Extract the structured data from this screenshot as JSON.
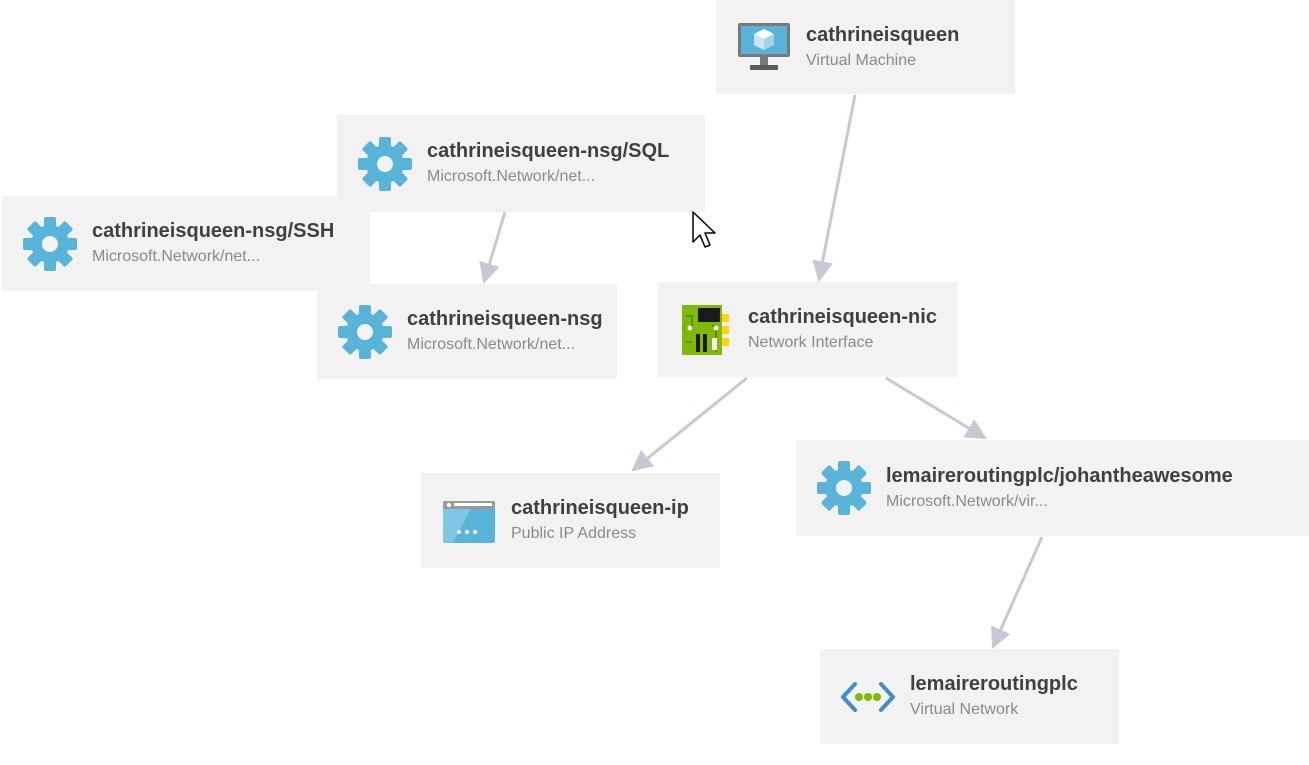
{
  "nodes": [
    {
      "id": "vm",
      "title": "cathrineisqueen",
      "subtitle": "Virtual Machine",
      "icon": "virtual-machine-icon"
    },
    {
      "id": "nsg_sql",
      "title": "cathrineisqueen-nsg/SQL",
      "subtitle": "Microsoft.Network/net...",
      "icon": "gear-icon"
    },
    {
      "id": "nsg_ssh",
      "title": "cathrineisqueen-nsg/SSH",
      "subtitle": "Microsoft.Network/net...",
      "icon": "gear-icon"
    },
    {
      "id": "nsg",
      "title": "cathrineisqueen-nsg",
      "subtitle": "Microsoft.Network/net...",
      "icon": "gear-icon"
    },
    {
      "id": "nic",
      "title": "cathrineisqueen-nic",
      "subtitle": "Network Interface",
      "icon": "network-interface-icon"
    },
    {
      "id": "ip",
      "title": "cathrineisqueen-ip",
      "subtitle": "Public IP Address",
      "icon": "public-ip-icon"
    },
    {
      "id": "subnet",
      "title": "lemaireroutingplc/johantheawesome",
      "subtitle": "Microsoft.Network/vir...",
      "icon": "gear-icon"
    },
    {
      "id": "vnet",
      "title": "lemaireroutingplc",
      "subtitle": "Virtual Network",
      "icon": "virtual-network-icon"
    }
  ],
  "edges": [
    {
      "from": "vm",
      "to": "nic"
    },
    {
      "from": "nsg_sql",
      "to": "nsg"
    },
    {
      "from": "nic",
      "to": "ip"
    },
    {
      "from": "nic",
      "to": "subnet"
    },
    {
      "from": "subnet",
      "to": "vnet"
    }
  ],
  "colors": {
    "node_bg": "#f2f2f2",
    "edge": "#c9c6d6",
    "icon_blue": "#59b4d9",
    "title": "#404040",
    "subtitle": "#8a8a8a",
    "green": "#7fba00"
  }
}
